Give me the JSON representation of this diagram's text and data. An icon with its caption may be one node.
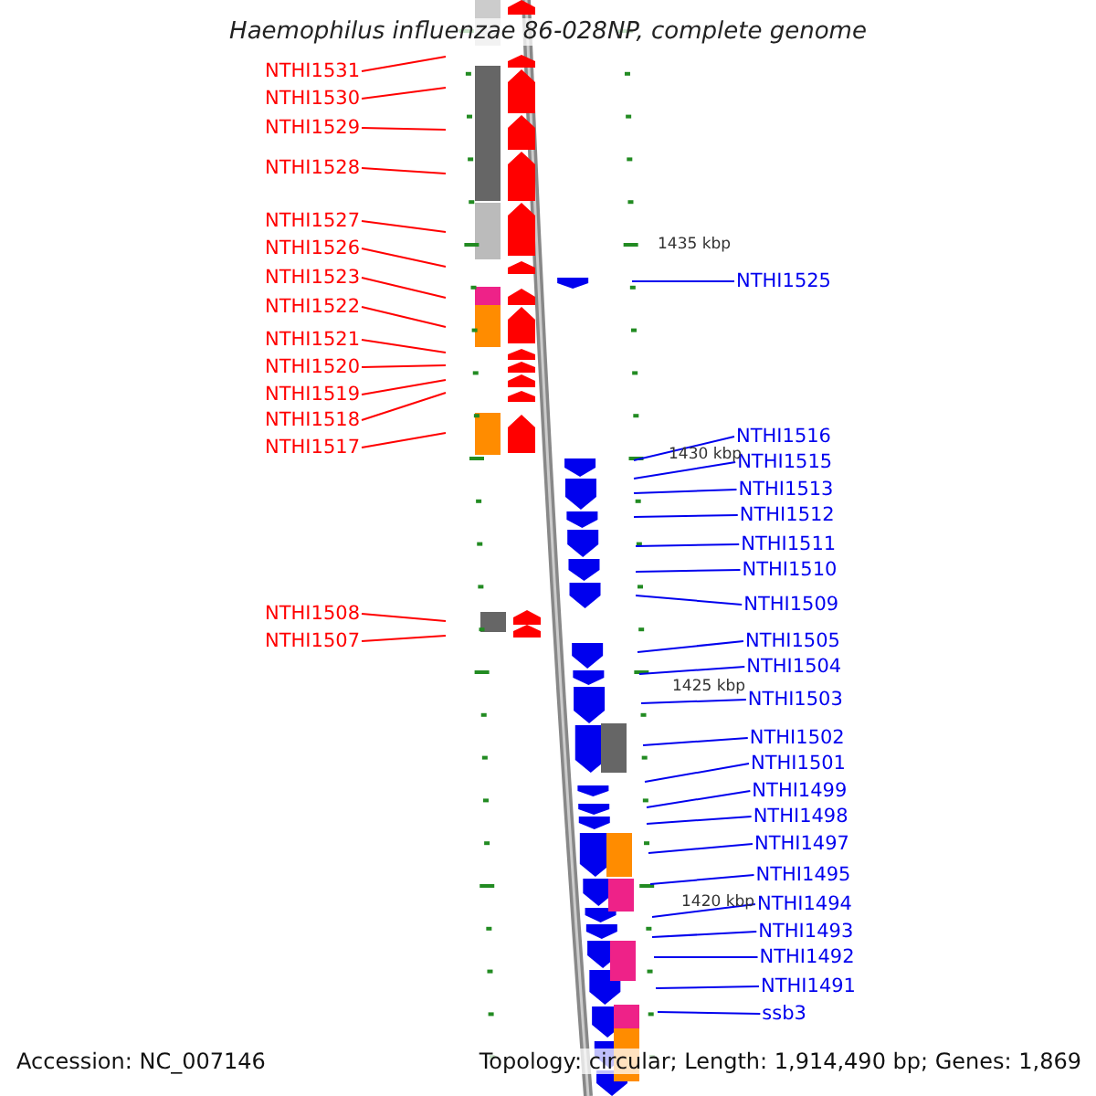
{
  "diagram": {
    "title": "Haemophilus influenzae 86-028NP, complete genome",
    "nodes": [
      {
        "text": [
          "NTHI1531"
        ]
      },
      {
        "text": [
          "NTHI1530"
        ]
      },
      {
        "text": [
          "NTHI1529"
        ]
      },
      {
        "text": [
          "NTHI1528"
        ]
      },
      {
        "text": [
          "NTHI1527"
        ]
      },
      {
        "text": [
          "NTHI1526"
        ]
      },
      {
        "text": [
          "NTHI1523"
        ]
      },
      {
        "text": [
          "NTHI1522"
        ]
      },
      {
        "text": [
          "NTHI1521"
        ]
      },
      {
        "text": [
          "NTHI1520"
        ]
      },
      {
        "text": [
          "NTHI1519"
        ]
      },
      {
        "text": [
          "NTHI1518"
        ]
      },
      {
        "text": [
          "NTHI1517"
        ]
      },
      {
        "text": [
          "NTHI1508"
        ]
      },
      {
        "text": [
          "NTHI1507"
        ]
      },
      {
        "text": [
          "NTHI1525"
        ]
      },
      {
        "text": [
          "NTHI1516"
        ]
      },
      {
        "text": [
          "NTHI1515"
        ]
      },
      {
        "text": [
          "NTHI1513"
        ]
      },
      {
        "text": [
          "NTHI1512"
        ]
      },
      {
        "text": [
          "NTHI1511"
        ]
      },
      {
        "text": [
          "NTHI1510"
        ]
      },
      {
        "text": [
          "NTHI1509"
        ]
      },
      {
        "text": [
          "NTHI1505"
        ]
      },
      {
        "text": [
          "NTHI1504"
        ]
      },
      {
        "text": [
          "NTHI1503"
        ]
      },
      {
        "text": [
          "NTHI1502"
        ]
      },
      {
        "text": [
          "NTHI1501"
        ]
      },
      {
        "text": [
          "NTHI1499"
        ]
      },
      {
        "text": [
          "NTHI1498"
        ]
      },
      {
        "text": [
          "NTHI1497"
        ]
      },
      {
        "text": [
          "NTHI1495"
        ]
      },
      {
        "text": [
          "NTHI1494"
        ]
      },
      {
        "text": [
          "NTHI1493"
        ]
      },
      {
        "text": [
          "NTHI1492"
        ]
      },
      {
        "text": [
          "NTHI1491"
        ]
      },
      {
        "text": [
          "ssb3"
        ]
      }
    ],
    "edges": [
      {
        "from": 0,
        "to": null,
        "arrow": "none",
        "color": "#ff0000"
      },
      {
        "from": 1,
        "to": null,
        "arrow": "none",
        "color": "#ff0000"
      },
      {
        "from": 2,
        "to": null,
        "arrow": "none",
        "color": "#ff0000"
      },
      {
        "from": 3,
        "to": null,
        "arrow": "none",
        "color": "#ff0000"
      },
      {
        "from": 4,
        "to": null,
        "arrow": "none",
        "color": "#ff0000"
      },
      {
        "from": 5,
        "to": null,
        "arrow": "none",
        "color": "#ff0000"
      },
      {
        "from": 6,
        "to": null,
        "arrow": "none",
        "color": "#ff0000"
      },
      {
        "from": 7,
        "to": null,
        "arrow": "none",
        "color": "#ff0000"
      },
      {
        "from": 8,
        "to": null,
        "arrow": "none",
        "color": "#ff0000"
      },
      {
        "from": 9,
        "to": null,
        "arrow": "none",
        "color": "#ff0000"
      },
      {
        "from": 10,
        "to": null,
        "arrow": "none",
        "color": "#ff0000"
      },
      {
        "from": 11,
        "to": null,
        "arrow": "none",
        "color": "#ff0000"
      },
      {
        "from": 12,
        "to": null,
        "arrow": "none",
        "color": "#ff0000"
      },
      {
        "from": 13,
        "to": null,
        "arrow": "none",
        "color": "#ff0000"
      },
      {
        "from": 14,
        "to": null,
        "arrow": "none",
        "color": "#ff0000"
      },
      {
        "from": 15,
        "to": null,
        "arrow": "none"
      },
      {
        "from": 16,
        "to": null,
        "arrow": "none"
      },
      {
        "from": 17,
        "to": null,
        "arrow": "none"
      },
      {
        "from": 18,
        "to": null,
        "arrow": "none"
      },
      {
        "from": 19,
        "to": null,
        "arrow": "none"
      },
      {
        "from": 20,
        "to": null,
        "arrow": "none"
      },
      {
        "from": 21,
        "to": null,
        "arrow": "none"
      },
      {
        "from": 22,
        "to": null,
        "arrow": "none"
      },
      {
        "from": 23,
        "to": null,
        "arrow": "none"
      },
      {
        "from": 24,
        "to": null,
        "arrow": "none"
      },
      {
        "from": 25,
        "to": null,
        "arrow": "none"
      },
      {
        "from": 26,
        "to": null,
        "arrow": "none"
      },
      {
        "from": 27,
        "to": null,
        "arrow": "none"
      },
      {
        "from": 28,
        "to": null,
        "arrow": "none"
      },
      {
        "from": 29,
        "to": null,
        "arrow": "none"
      },
      {
        "from": 30,
        "to": null,
        "arrow": "none"
      },
      {
        "from": 31,
        "to": null,
        "arrow": "none"
      },
      {
        "from": 32,
        "to": null,
        "arrow": "none"
      },
      {
        "from": 33,
        "to": null,
        "arrow": "none"
      },
      {
        "from": 34,
        "to": null,
        "arrow": "none"
      },
      {
        "from": 35,
        "to": null,
        "arrow": "none"
      },
      {
        "from": 36,
        "to": null,
        "arrow": "none"
      }
    ],
    "labels": [
      "1435 kbp",
      "1430 kbp",
      "1425 kbp",
      "1420 kbp",
      "Accession: NC_007146",
      "Topology: circular; Length: 1,914,490 bp; Genes: 1,869"
    ]
  }
}
